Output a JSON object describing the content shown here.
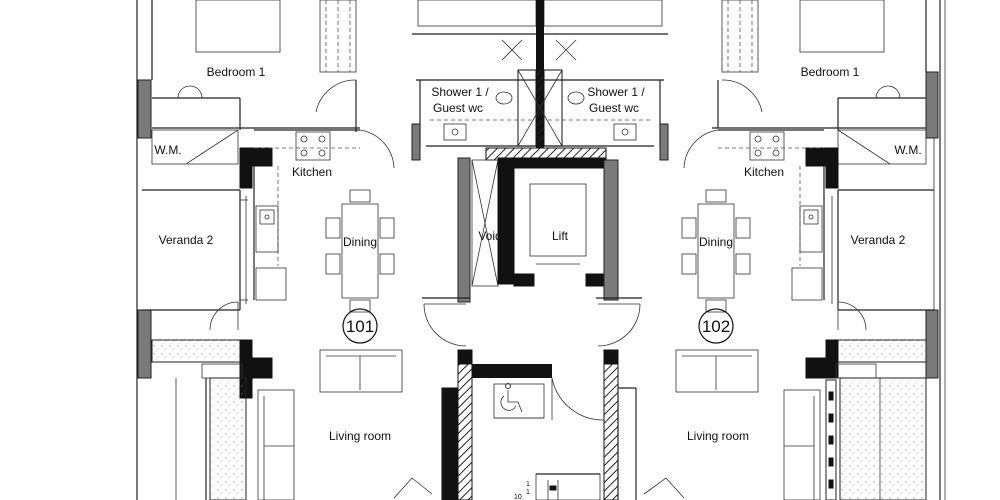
{
  "rooms": {
    "bedroom_left": "Bedroom 1",
    "bedroom_right": "Bedroom 1",
    "shower_left_1": "Shower 1 /",
    "shower_left_2": "Guest wc",
    "shower_right_1": "Shower 1 /",
    "shower_right_2": "Guest wc",
    "wm_left": "W.M.",
    "wm_right": "W.M.",
    "kitchen_left": "Kitchen",
    "kitchen_right": "Kitchen",
    "veranda_left": "Veranda 2",
    "veranda_right": "Veranda 2",
    "dining_left": "Dining",
    "dining_right": "Dining",
    "void": "Void",
    "lift": "Lift",
    "living_left": "Living room",
    "living_right": "Living room"
  },
  "units": {
    "left": "101",
    "right": "102"
  },
  "stair_marks": [
    "1",
    "1",
    "10"
  ],
  "icons": {
    "accessibility": "wheelchair-icon"
  },
  "colors": {
    "line": "#222222",
    "wall_fill": "#7a7a7a",
    "hatch": "#555555",
    "background": "#ffffff"
  }
}
